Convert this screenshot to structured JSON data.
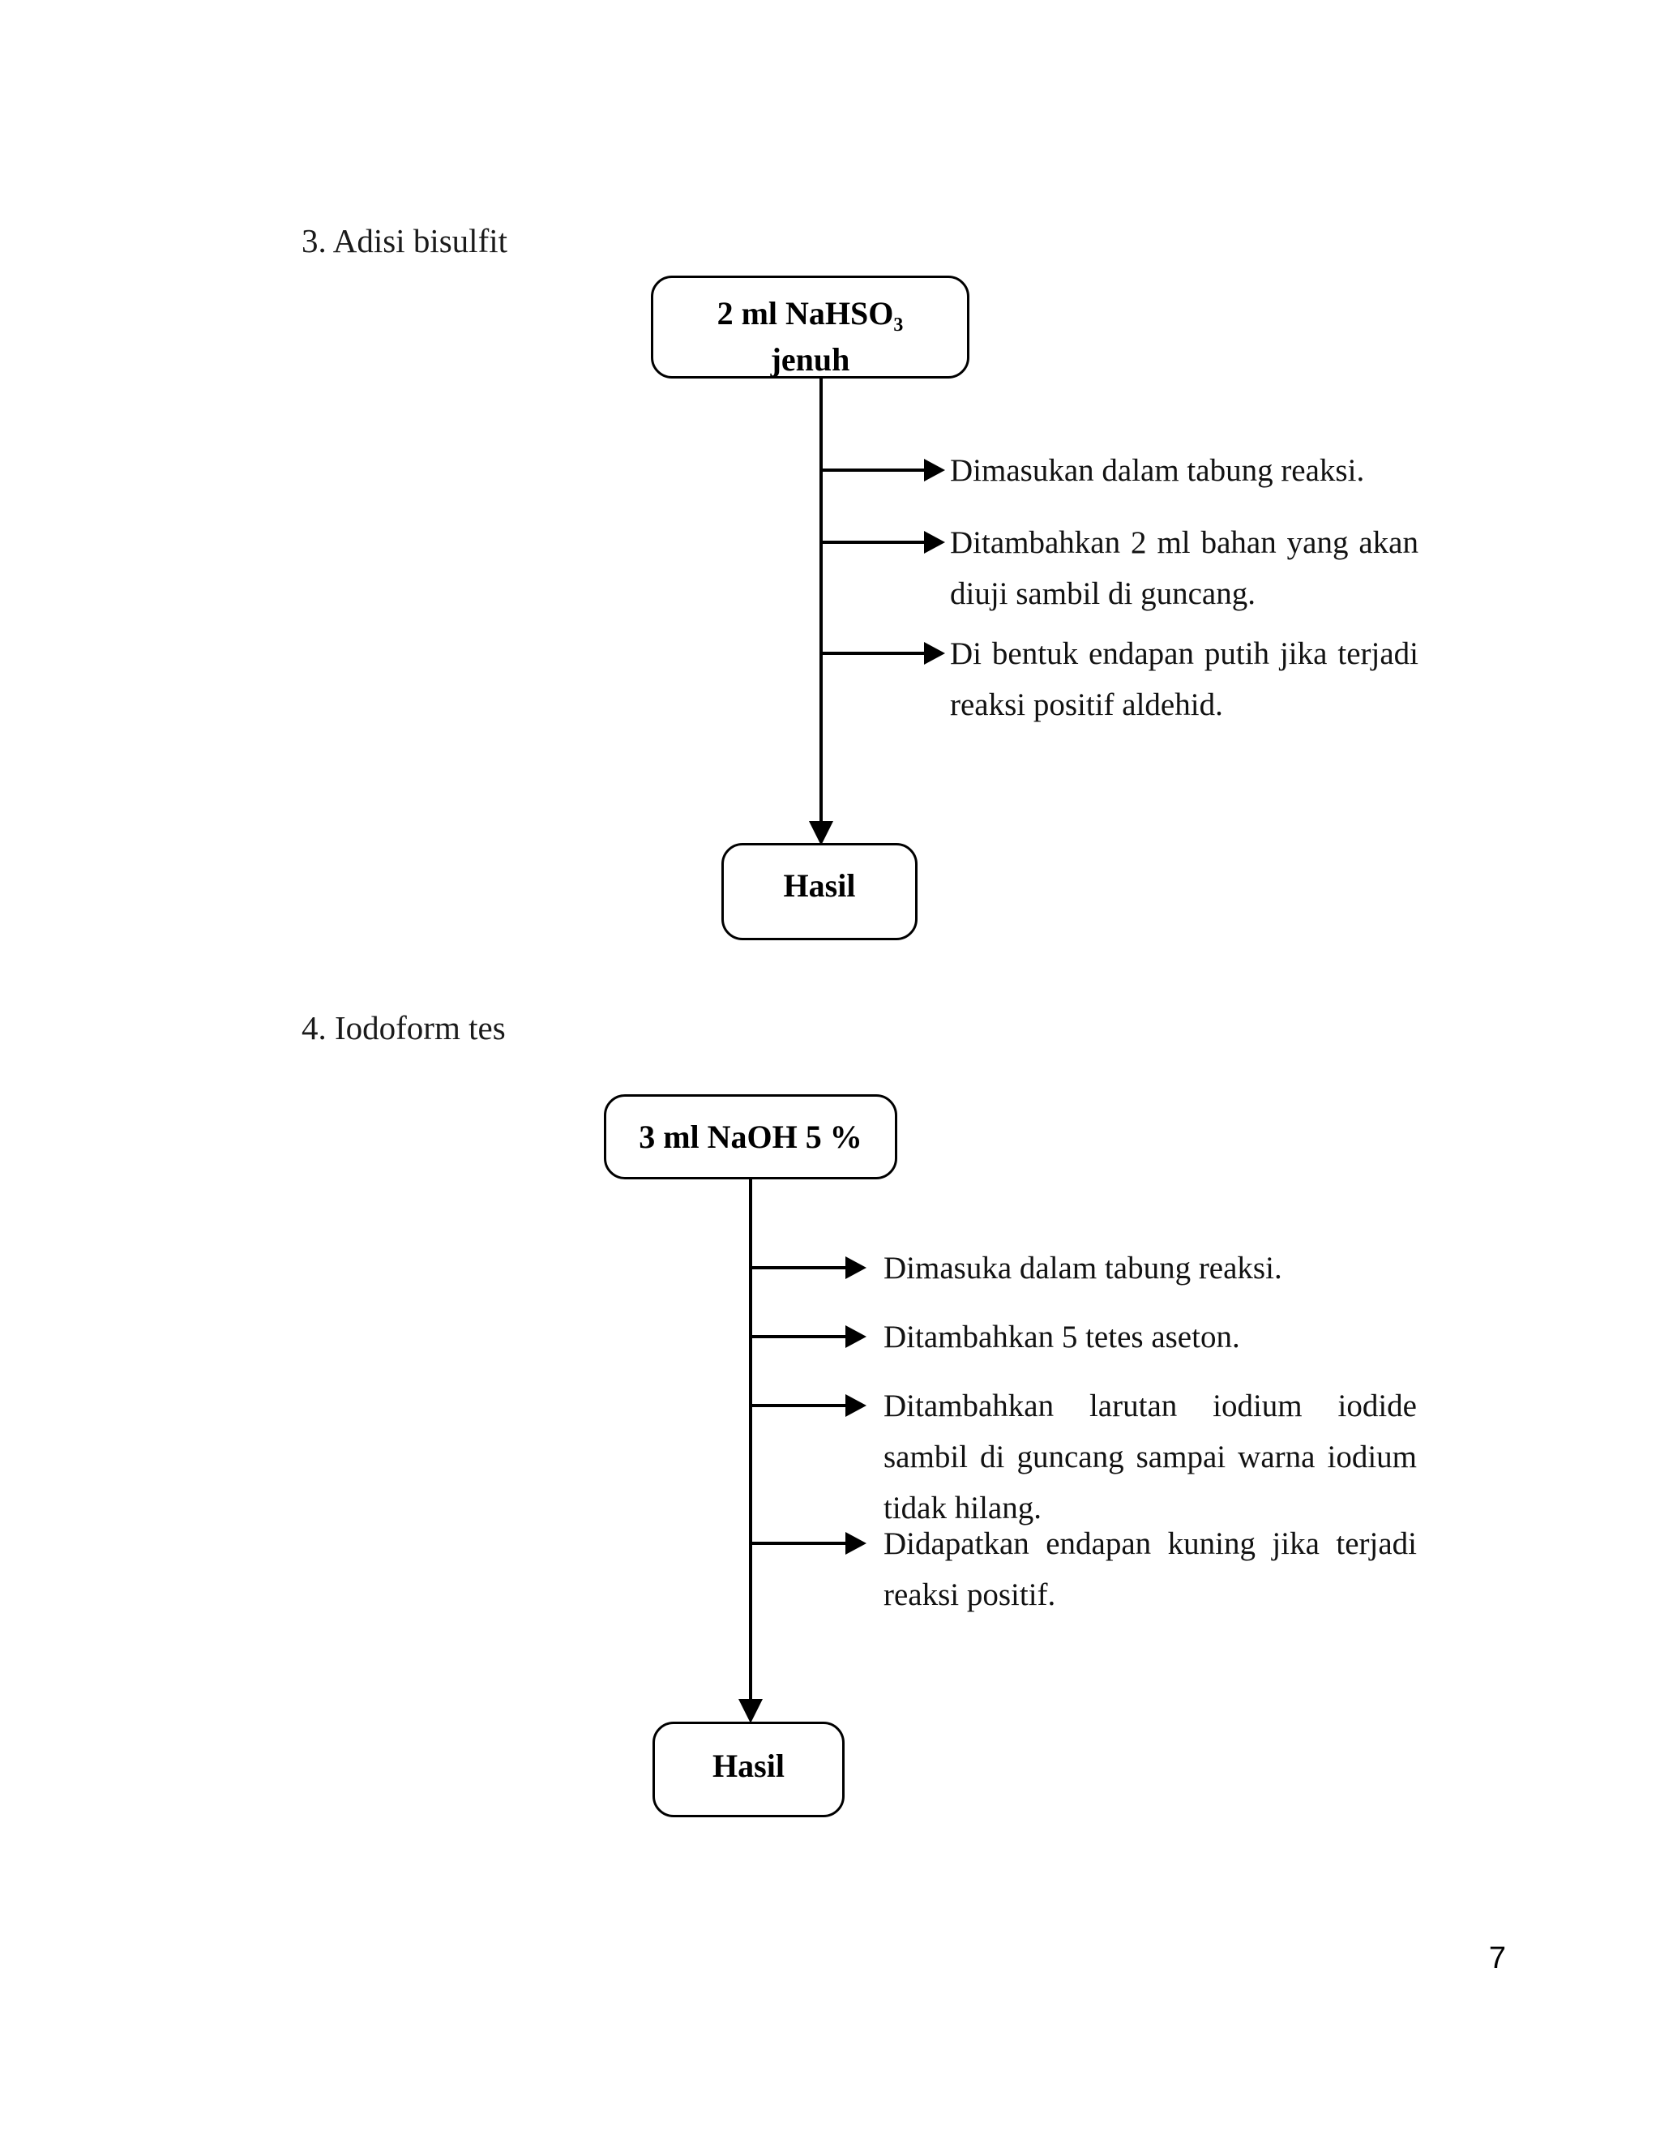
{
  "document": {
    "page_number": "7"
  },
  "sections": [
    {
      "heading": "3. Adisi bisulfit",
      "start_box": "2 ml NaHSO₃",
      "start_box_line2": "jenuh",
      "end_box": "Hasil",
      "steps": [
        "Dimasukan dalam tabung reaksi.",
        "Ditambahkan 2 ml bahan yang akan diuji sambil di guncang.",
        "Di bentuk endapan putih jika terjadi reaksi positif aldehid."
      ]
    },
    {
      "heading": "4. Iodoform tes",
      "start_box": "3 ml NaOH 5 %",
      "end_box": "Hasil",
      "steps": [
        "Dimasuka dalam tabung reaksi.",
        "Ditambahkan 5 tetes aseton.",
        "Ditambahkan larutan iodium iodide sambil di guncang sampai warna iodium tidak hilang.",
        "Didapatkan endapan kuning jika terjadi reaksi positif."
      ]
    }
  ],
  "colors": {
    "ink": "#000000",
    "paper": "#ffffff"
  }
}
